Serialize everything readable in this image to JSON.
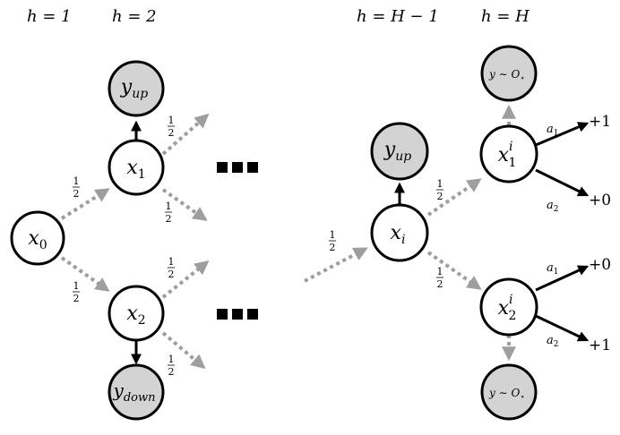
{
  "headers": {
    "h1": "h = 1",
    "h2": "h = 2",
    "hH1": "h = H − 1",
    "hH": "h = H"
  },
  "nodes": {
    "x0": {
      "base": "x",
      "sub": "0"
    },
    "x1": {
      "base": "x",
      "sub": "1"
    },
    "x2": {
      "base": "x",
      "sub": "2"
    },
    "y_up_left": {
      "base": "y",
      "sub": "up"
    },
    "y_down": {
      "base": "y",
      "sub": "down"
    },
    "xi": {
      "base": "x",
      "sub": "i"
    },
    "y_up_right": {
      "base": "y",
      "sub": "up"
    },
    "x1i": {
      "base": "x",
      "sub": "1",
      "sup": "i"
    },
    "x2i": {
      "base": "x",
      "sub": "2",
      "sup": "i"
    },
    "y_obs_top": {
      "text": "y ∼ O",
      "mark": "⋆"
    },
    "y_obs_bottom": {
      "text": "y ∼ O",
      "mark": "⋆"
    }
  },
  "probability": {
    "num": "1",
    "den": "2"
  },
  "actions": {
    "a1": {
      "base": "a",
      "sub": "1"
    },
    "a2": {
      "base": "a",
      "sub": "2"
    }
  },
  "rewards": {
    "top_a1": "+1",
    "top_a2": "+0",
    "bottom_a1": "+0",
    "bottom_a2": "+1"
  },
  "colors": {
    "node_fill_gray": "#d3d3d3",
    "dotted_edge": "#9e9e9e",
    "solid_edge": "#000000"
  }
}
